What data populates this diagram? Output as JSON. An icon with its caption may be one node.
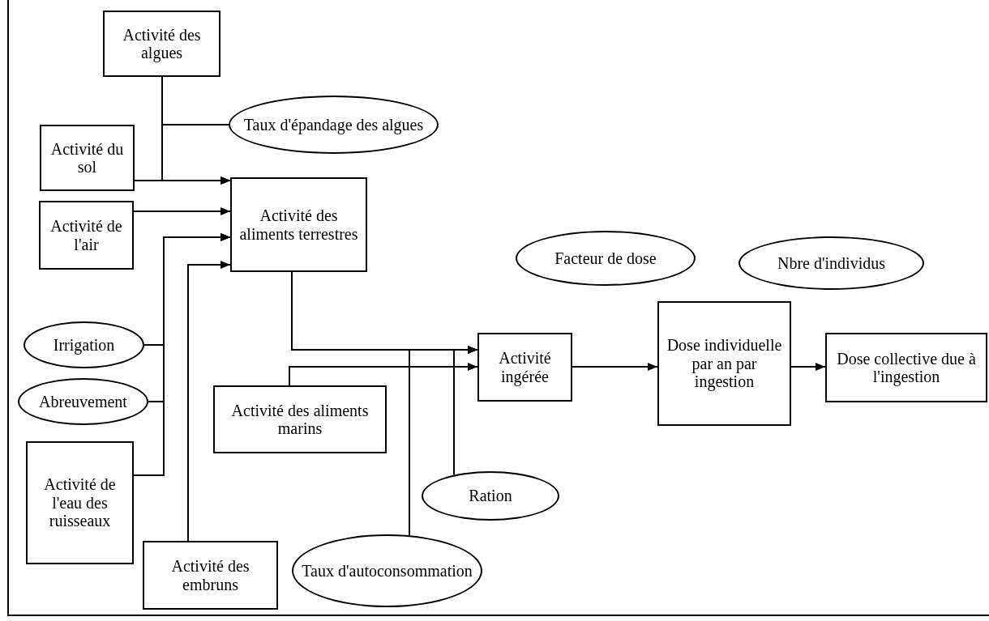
{
  "diagram": {
    "nodes": [
      {
        "text": [
          "Activité des algues"
        ]
      },
      {
        "text": [
          "Taux d'épandage des algues"
        ]
      },
      {
        "text": [
          "Activité du sol"
        ]
      },
      {
        "text": [
          "Activité de l'air"
        ]
      },
      {
        "text": [
          "Activité des aliments terrestres"
        ]
      },
      {
        "text": [
          "Facteur de dose"
        ]
      },
      {
        "text": [
          "Nbre d'individus"
        ]
      },
      {
        "text": [
          "Irrigation"
        ]
      },
      {
        "text": [
          "Abreuvement"
        ]
      },
      {
        "text": [
          "Activité ingérée"
        ]
      },
      {
        "text": [
          "Dose individuelle par an par ingestion"
        ]
      },
      {
        "text": [
          "Activité des aliments marins"
        ]
      },
      {
        "text": [
          "Activité de l'eau des ruisseaux"
        ]
      },
      {
        "text": [
          "Ration"
        ]
      },
      {
        "text": [
          "Activité des embruns"
        ]
      },
      {
        "text": [
          "Taux d'autoconsommation"
        ]
      },
      {
        "text": [
          "Dose collective due à l'ingestion"
        ]
      }
    ],
    "edges": [
      {
        "from": 0,
        "to": 4,
        "arrow": "to"
      },
      {
        "from": 1,
        "to": 4,
        "arrow": "to"
      },
      {
        "from": 2,
        "to": 4,
        "arrow": "to"
      },
      {
        "from": 3,
        "to": 4,
        "arrow": "to"
      },
      {
        "from": 7,
        "to": 4,
        "arrow": "to"
      },
      {
        "from": 8,
        "to": 4,
        "arrow": "to"
      },
      {
        "from": 12,
        "to": 4,
        "arrow": "to"
      },
      {
        "from": 14,
        "to": 4,
        "arrow": "to"
      },
      {
        "from": 4,
        "to": 9,
        "arrow": "to"
      },
      {
        "from": 11,
        "to": 9,
        "arrow": "to"
      },
      {
        "from": 13,
        "to": 9,
        "arrow": "to"
      },
      {
        "from": 15,
        "to": 9,
        "arrow": "to"
      },
      {
        "from": 9,
        "to": 10,
        "arrow": "to"
      },
      {
        "from": 10,
        "to": 16,
        "arrow": "to"
      }
    ]
  }
}
